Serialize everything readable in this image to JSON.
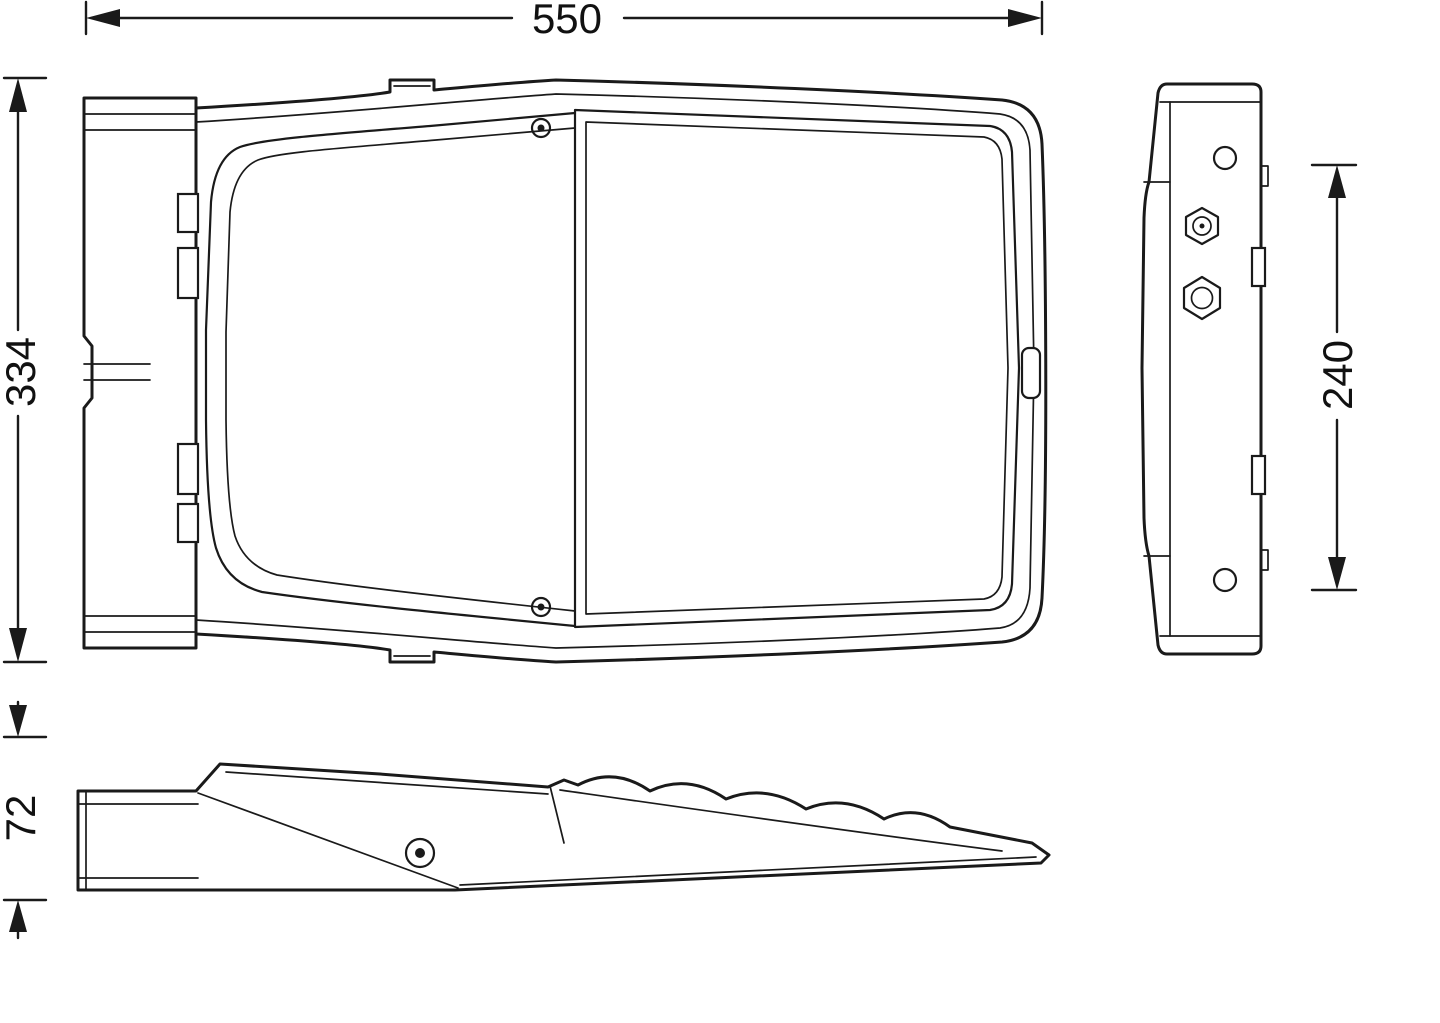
{
  "colors": {
    "line": "#1a1a1a",
    "background": "#ffffff"
  },
  "dimension_labels": {
    "top_width": "550",
    "left_height": "334",
    "right_depth": "240",
    "bottom_thickness": "72"
  }
}
